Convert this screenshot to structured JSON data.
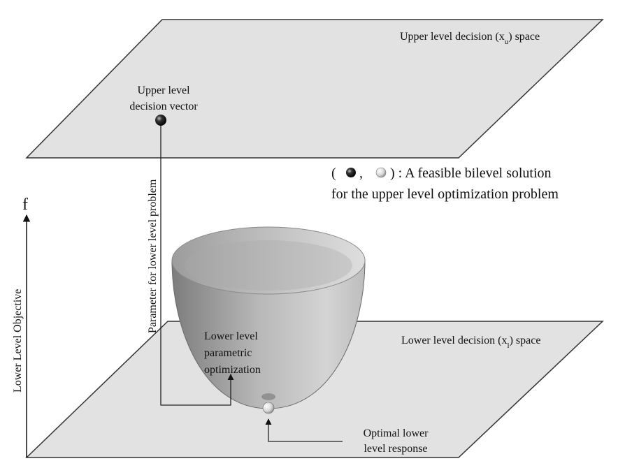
{
  "upper_plane": {
    "title_main": "Upper level decision (x",
    "title_sub": "u",
    "title_end": ") space"
  },
  "lower_plane": {
    "title_main": "Lower level decision (x",
    "title_sub": "l",
    "title_end": ") space"
  },
  "upper_vector": {
    "line1": "Upper level",
    "line2": "decision vector"
  },
  "parameter_label": "Parameter for lower level problem",
  "axis": {
    "f_label": "f",
    "objective_label": "Lower Level Objective"
  },
  "bowl_label": {
    "line1": "Lower level",
    "line2": "parametric",
    "line3": "optimization"
  },
  "response_label": {
    "line1": "Optimal lower",
    "line2": "level response"
  },
  "legend": {
    "open_paren": "(",
    "comma": ",",
    "close_text": ") : A feasible bilevel solution",
    "line2": "for the upper level optimization problem"
  },
  "colors": {
    "plane_fill": "#e2e2e2",
    "plane_stroke": "#333333",
    "bowl_dark": "#8a8a8a",
    "bowl_light": "#d6d6d6",
    "line": "#222222"
  },
  "icons": {
    "upper_point": "dark-sphere-icon",
    "lower_point": "light-sphere-icon"
  }
}
